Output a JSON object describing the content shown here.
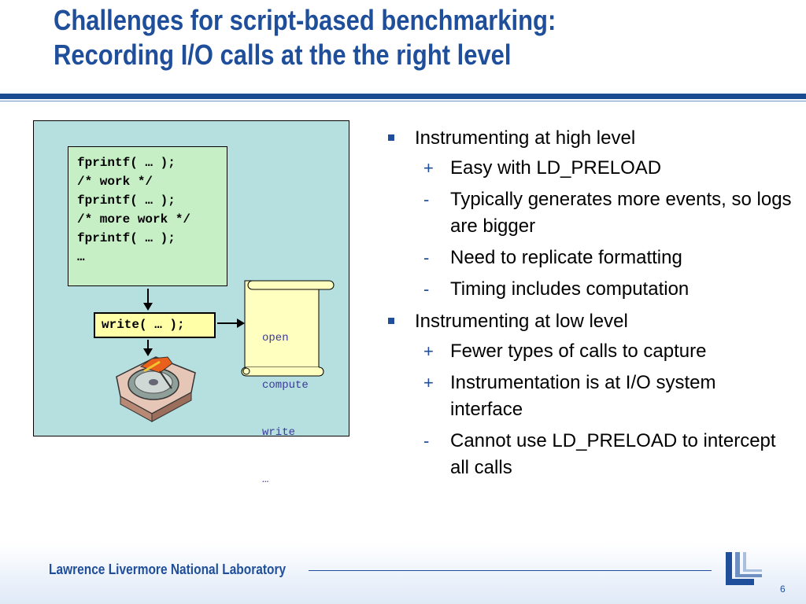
{
  "slide": {
    "title_line1": "Challenges for script-based benchmarking:",
    "title_line2": "Recording I/O calls at the the right level",
    "page_number": "6"
  },
  "diagram": {
    "code_lines": [
      "fprintf( … );",
      "/* work */",
      "fprintf( … );",
      "/* more work */",
      "fprintf( … );",
      "…"
    ],
    "write_call": "write( … );",
    "log_lines": [
      "open",
      "compute",
      "write",
      "…"
    ],
    "disk_icon": "hard-disk-icon",
    "scroll_icon": "log-scroll-icon"
  },
  "bullets": [
    {
      "text": "Instrumenting at high level",
      "subs": [
        {
          "marker": "+",
          "text": "Easy with LD_PRELOAD"
        },
        {
          "marker": "-",
          "text": "Typically generates more events, so logs are bigger"
        },
        {
          "marker": "-",
          "text": "Need to replicate formatting"
        },
        {
          "marker": "-",
          "text": "Timing includes computation"
        }
      ]
    },
    {
      "text": "Instrumenting at low level",
      "subs": [
        {
          "marker": "+",
          "text": "Fewer types of calls to capture"
        },
        {
          "marker": "+",
          "text": "Instrumentation is at I/O system interface"
        },
        {
          "marker": "-",
          "text": "Cannot use LD_PRELOAD to intercept all calls"
        }
      ]
    }
  ],
  "footer": {
    "lab_name": "Lawrence Livermore National Laboratory",
    "logo_icon": "llnl-logo-icon"
  },
  "colors": {
    "brand_blue": "#1f4e9b",
    "diagram_bg": "#b6dfdf",
    "code_bg": "#c6efc6",
    "write_bg": "#ffffa8",
    "scroll_bg": "#ffffc0"
  }
}
